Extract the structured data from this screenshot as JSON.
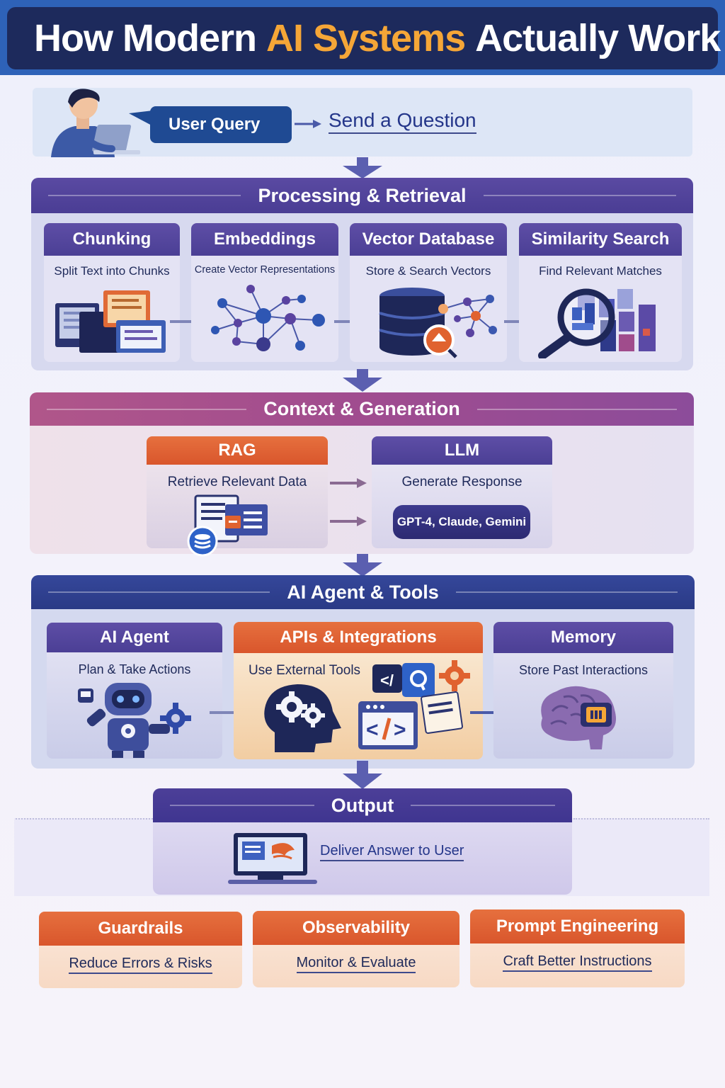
{
  "title": {
    "part1": "How Modern ",
    "highlight": "AI Systems",
    "part2": " Actually Work"
  },
  "query": {
    "button_label": "User Query",
    "caption": "Send a Question"
  },
  "processing": {
    "title": "Processing & Retrieval",
    "cards": [
      {
        "title": "Chunking",
        "subtitle": "Split Text into Chunks"
      },
      {
        "title": "Embeddings",
        "subtitle": "Create Vector Representations"
      },
      {
        "title": "Vector Database",
        "subtitle": "Store & Search Vectors"
      },
      {
        "title": "Similarity Search",
        "subtitle": "Find Relevant Matches"
      }
    ]
  },
  "context": {
    "title": "Context & Generation",
    "rag": {
      "title": "RAG",
      "subtitle": "Retrieve Relevant Data"
    },
    "llm": {
      "title": "LLM",
      "subtitle": "Generate Response",
      "models": "GPT-4, Claude, Gemini"
    }
  },
  "agent": {
    "title": "AI Agent & Tools",
    "cards": [
      {
        "title": "AI Agent",
        "subtitle": "Plan & Take Actions"
      },
      {
        "title": "APIs & Integrations",
        "subtitle": "Use External Tools"
      },
      {
        "title": "Memory",
        "subtitle": "Store Past Interactions"
      }
    ]
  },
  "output": {
    "title": "Output",
    "caption": "Deliver Answer to User"
  },
  "practices": [
    {
      "title": "Guardrails",
      "subtitle": "Reduce Errors & Risks"
    },
    {
      "title": "Observability",
      "subtitle": "Monitor & Evaluate"
    },
    {
      "title": "Prompt Engineering",
      "subtitle": "Craft Better Instructions"
    }
  ],
  "colors": {
    "navy": "#1d2a5c",
    "accent_orange": "#f5a637",
    "purple": "#4b3f95",
    "banner_mauve": "#a4508a",
    "orange_card": "#d9562c",
    "blue_border": "#2e62b8"
  }
}
